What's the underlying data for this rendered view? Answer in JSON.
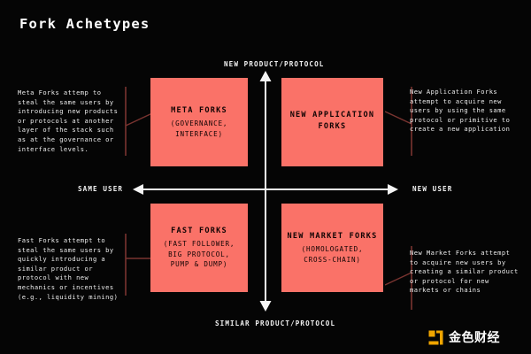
{
  "page": {
    "title": "Fork Achetypes",
    "background_color": "#050505",
    "accent_color": "#fa7268",
    "connector_color": "#7a3430",
    "text_color": "#ededed"
  },
  "axes": {
    "top_label": "NEW PRODUCT/PROTOCOL",
    "bottom_label": "SIMILAR PRODUCT/PROTOCOL",
    "left_label": "SAME USER",
    "right_label": "NEW USER"
  },
  "quadrants": [
    {
      "id": "meta-forks",
      "title": "META FORKS",
      "subtitle": "(GOVERNANCE,\nINTERFACE)",
      "note": "Meta Forks attemp to steal the same users by introducing new products or protocols at another layer of the stack such as at the governance or interface levels."
    },
    {
      "id": "new-application-forks",
      "title": "NEW APPLICATION\nFORKS",
      "subtitle": "",
      "note": "New Application Forks attempt to acquire new users by using the same protocol or primitive to create a new application"
    },
    {
      "id": "fast-forks",
      "title": "FAST FORKS",
      "subtitle": "(FAST FOLLOWER,\nBIG PROTOCOL,\nPUMP & DUMP)",
      "note": "Fast Forks attempt to steal the same users by quickly introducing a similar product or protocol with new mechanics or incentives (e.g., liquidity mining)"
    },
    {
      "id": "new-market-forks",
      "title": "NEW MARKET FORKS",
      "subtitle": "(HOMOLOGATED,\nCROSS-CHAIN)",
      "note": "New Market Forks attempt to acquire new users by creating a similar product or protocol for new markets or chains"
    }
  ],
  "watermark": {
    "text": "金色财经",
    "logo_color": "#f0a500"
  }
}
